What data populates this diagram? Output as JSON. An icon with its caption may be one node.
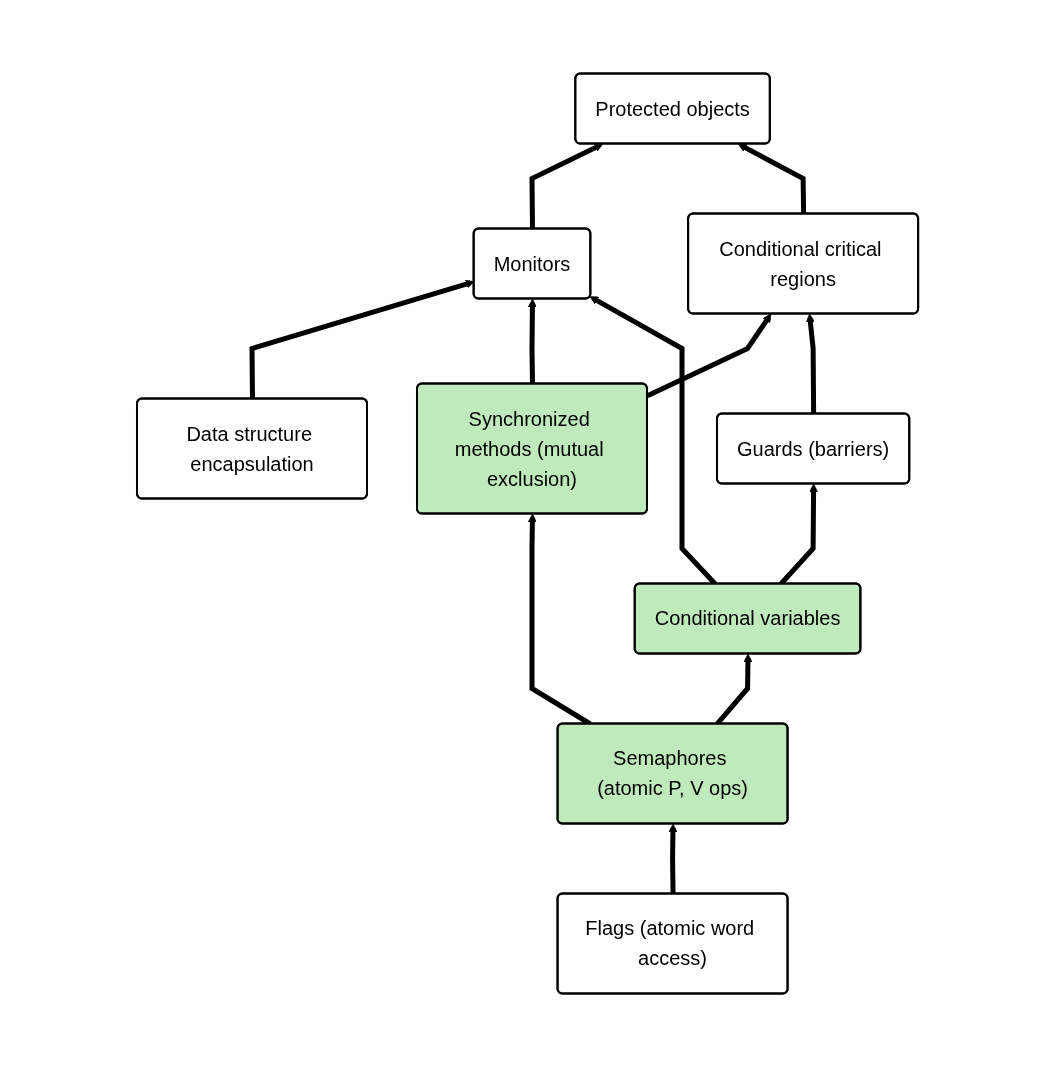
{
  "diagram": {
    "nodes": [
      {
        "text": [
          "Protected objects"
        ]
      },
      {
        "text": [
          "Monitors"
        ]
      },
      {
        "text": [
          "Conditional critical regions"
        ]
      },
      {
        "text": [
          "Data structure encapsulation"
        ]
      },
      {
        "text": [
          "Guards (barriers)"
        ]
      },
      {
        "text": [
          "Synchronized methods (mutual exclusion)"
        ]
      },
      {
        "text": [
          "Conditional variables"
        ]
      },
      {
        "text": [
          "Semaphores (atomic P, V ops)"
        ]
      },
      {
        "text": [
          "Flags (atomic word access)"
        ]
      }
    ],
    "edges": [
      {
        "from": 1,
        "to": 0,
        "arrow": "to"
      },
      {
        "from": 2,
        "to": 0,
        "arrow": "to"
      },
      {
        "from": 3,
        "to": 1,
        "arrow": "to"
      },
      {
        "from": 5,
        "to": 1,
        "arrow": "to"
      },
      {
        "from": 6,
        "to": 1,
        "arrow": "to"
      },
      {
        "from": 5,
        "to": 2,
        "arrow": "to"
      },
      {
        "from": 4,
        "to": 2,
        "arrow": "to"
      },
      {
        "from": 6,
        "to": 4,
        "arrow": "to"
      },
      {
        "from": 7,
        "to": 5,
        "arrow": "to"
      },
      {
        "from": 7,
        "to": 6,
        "arrow": "to"
      },
      {
        "from": 8,
        "to": 7,
        "arrow": "to"
      }
    ]
  }
}
